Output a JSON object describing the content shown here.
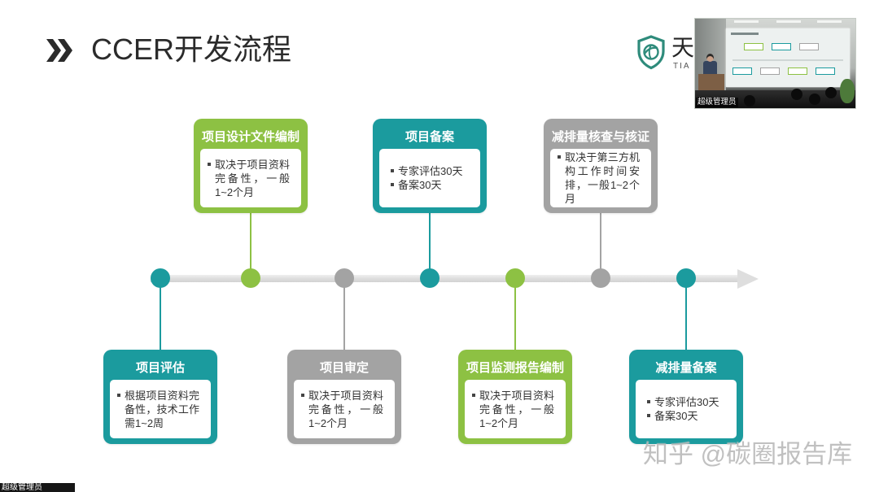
{
  "slide": {
    "title": "CCER开发流程",
    "title_icon": "double-chevron-right-icon",
    "title_color": "#2b2b2b",
    "text_color": "#333333"
  },
  "logo": {
    "icon": "shield-leaf-logo-icon",
    "brand_char": "天",
    "brand_latin": "TIA",
    "color": "#2e8b7b"
  },
  "timeline": {
    "track_color": "#dedede",
    "steps": [
      {
        "title": "项目评估",
        "color": "#1b9b9e",
        "bullets": [
          "根据项目资料完备性，技术工作需1~2周"
        ]
      },
      {
        "title": "项目设计文件编制",
        "color": "#8dc143",
        "bullets": [
          "取决于项目资料完备性，一般1~2个月"
        ]
      },
      {
        "title": "项目审定",
        "color": "#a3a3a3",
        "bullets": [
          "取决于项目资料完备性，一般1~2个月"
        ]
      },
      {
        "title": "项目备案",
        "color": "#1b9b9e",
        "bullets": [
          "专家评估30天",
          "备案30天"
        ]
      },
      {
        "title": "项目监测报告编制",
        "color": "#8dc143",
        "bullets": [
          "取决于项目资料完备性，一般1~2个月"
        ]
      },
      {
        "title": "减排量核查与核证",
        "color": "#a3a3a3",
        "bullets": [
          "取决于第三方机构工作时间安排，一般1~2个月"
        ]
      },
      {
        "title": "减排量备案",
        "color": "#1b9b9e",
        "bullets": [
          "专家评估30天",
          "备案30天"
        ]
      }
    ]
  },
  "video": {
    "user_label": "超级管理员"
  },
  "local_user_label": "超级管理员",
  "watermark": "知乎 @碳圈报告库"
}
